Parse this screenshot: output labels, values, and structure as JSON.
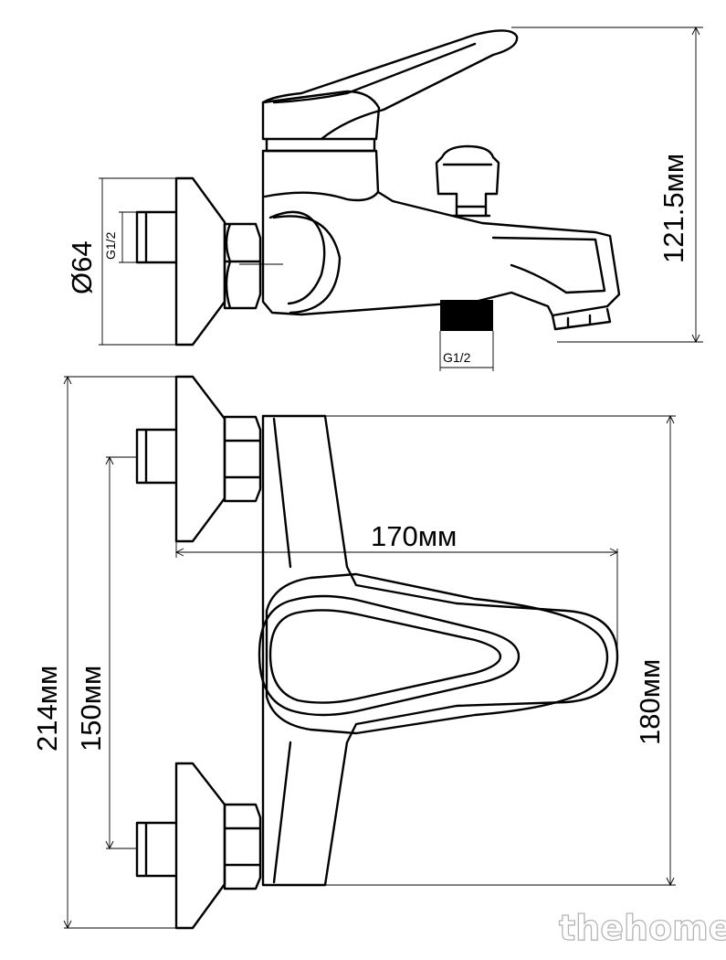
{
  "dimensions": {
    "height_total": "121.5мм",
    "flange_diameter": "Ø64",
    "inlet_thread": "G1/2",
    "outlet_thread": "G1/2",
    "spout_length": "170мм",
    "overall_width": "214мм",
    "center_distance": "150мм",
    "body_width": "180мм"
  },
  "watermark": "thehome",
  "colors": {
    "line": "#000000",
    "background": "#ffffff",
    "watermark_outline": "#b5b5b5"
  }
}
